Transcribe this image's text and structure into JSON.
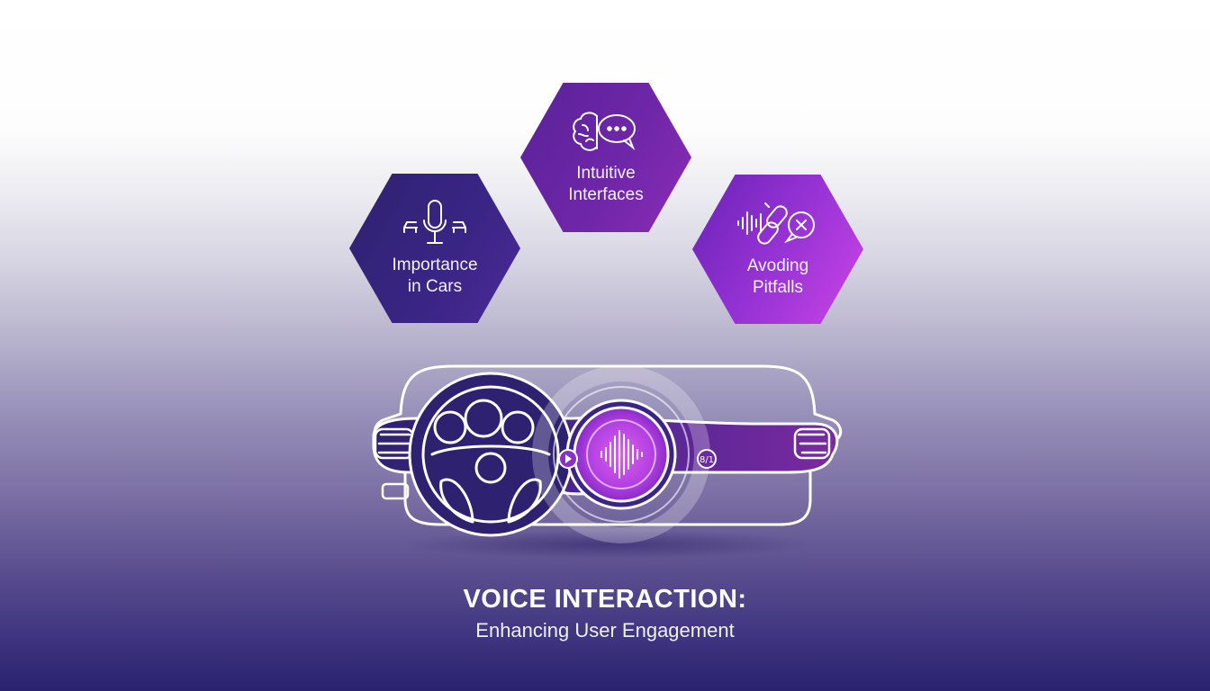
{
  "hexagons": [
    {
      "id": "importance",
      "label_line1": "Importance",
      "label_line2": "in Cars",
      "icon": "microphone-with-cars-icon",
      "color": "#32247a"
    },
    {
      "id": "intuitive",
      "label_line1": "Intuitive",
      "label_line2": "Interfaces",
      "icon": "brain-chat-bubble-icon",
      "color": "#6e26a8"
    },
    {
      "id": "pitfalls",
      "label_line1": "Avoding",
      "label_line2": "Pitfalls",
      "icon": "broken-link-soundwave-x-icon",
      "color": "#a238d8"
    }
  ],
  "illustration": {
    "subject": "car-dashboard-with-voice-assistant",
    "center_icon": "soundwave-icon",
    "left_button_icon": "play-icon",
    "right_button_icon": "settings-icon"
  },
  "title": "VOICE INTERACTION:",
  "subtitle": "Enhancing User Engagement",
  "colors": {
    "background_top": "#ffffff",
    "background_bottom": "#2a226f",
    "dashboard_dark": "#2e2270",
    "dashboard_accent": "#b048e0"
  }
}
